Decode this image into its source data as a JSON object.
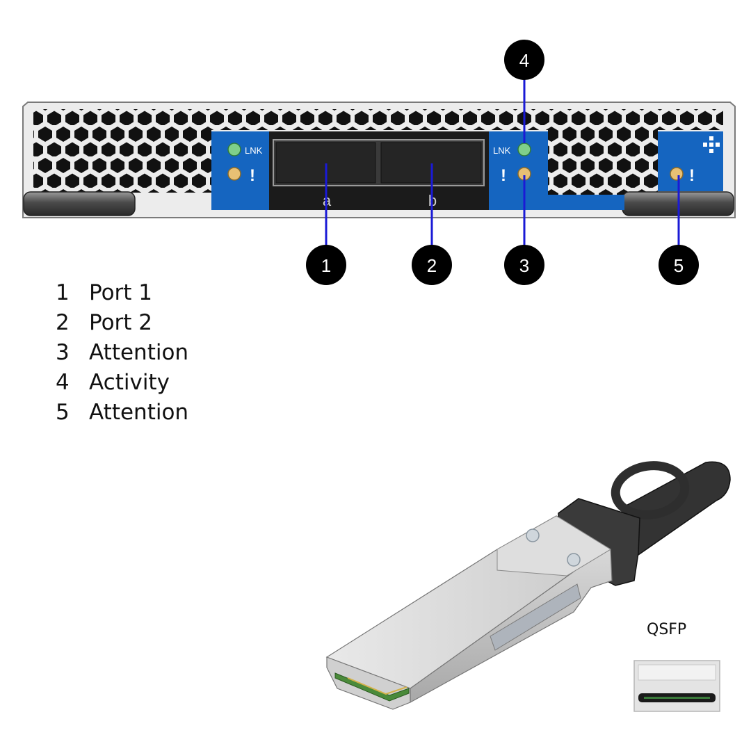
{
  "panel": {
    "port_a_label": "a",
    "port_b_label": "b",
    "left_link_label": "LNK",
    "left_attention_mark": "!",
    "right_link_label": "LNK",
    "right_attention_mark": "!",
    "module_attention_mark": "!",
    "network_icon": "network-topology-icon"
  },
  "callouts": [
    "1",
    "2",
    "3",
    "4",
    "5"
  ],
  "legend": [
    {
      "num": "1",
      "label": "Port 1"
    },
    {
      "num": "2",
      "label": "Port 2"
    },
    {
      "num": "3",
      "label": "Attention"
    },
    {
      "num": "4",
      "label": "Activity"
    },
    {
      "num": "5",
      "label": "Attention"
    }
  ],
  "connector": {
    "label": "QSFP"
  },
  "colors": {
    "panel_blue": "#1565c0",
    "leader_blue": "#1a1ad6",
    "led_green": "#7fcf8a",
    "led_amber": "#e8c074",
    "callout_fill": "#000000"
  }
}
